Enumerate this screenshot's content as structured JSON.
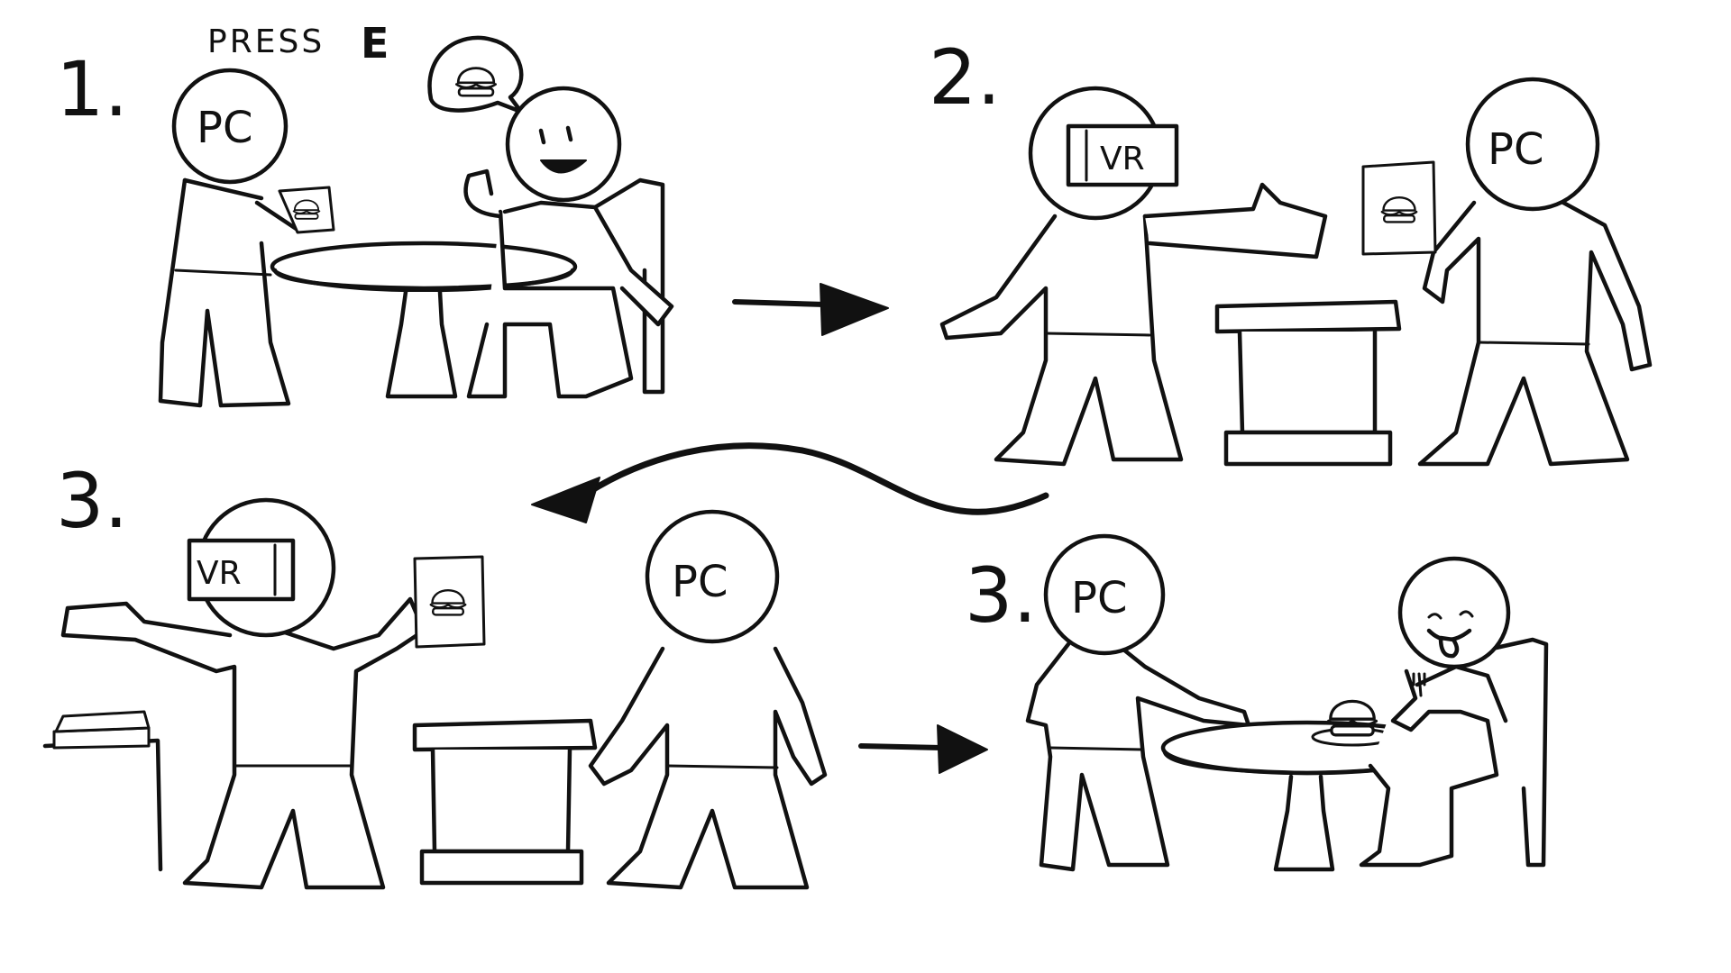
{
  "steps": {
    "one": {
      "number": "1.",
      "caption": "PRESS",
      "key": "E",
      "pc_label": "PC"
    },
    "two": {
      "number": "2.",
      "vr_label": "VR",
      "pc_label": "PC"
    },
    "three": {
      "number": "3.",
      "vr_label": "VR",
      "pc_label": "PC"
    },
    "four": {
      "number": "3.",
      "pc_label": "PC"
    }
  },
  "colors": {
    "ink": "#111111",
    "paper": "#ffffff"
  },
  "icons": [
    "burger-icon",
    "arrow-right-icon",
    "curved-arrow-icon",
    "vr-headset-icon",
    "menu-card-icon",
    "speech-bubble-icon"
  ]
}
